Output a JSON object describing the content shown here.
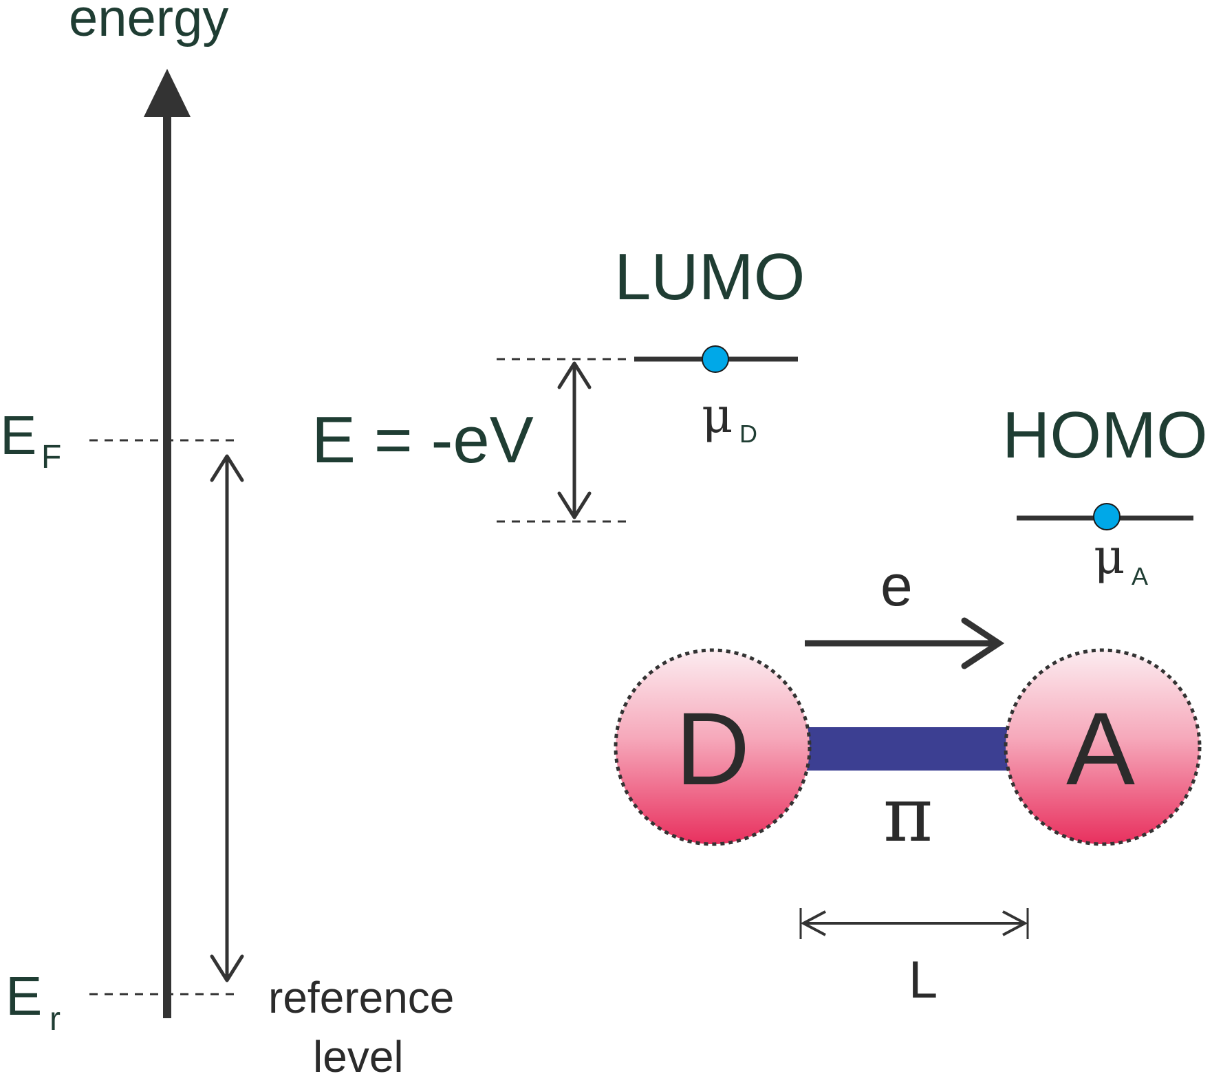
{
  "energy_axis": {
    "label": "energy",
    "fermi_level_symbol": "E",
    "fermi_level_subscript": "F",
    "reference_level_symbol": "E",
    "reference_level_subscript": "r",
    "reference_level_label_line1": "reference",
    "reference_level_label_line2": "level"
  },
  "energy_shift": {
    "label": "E = -eV"
  },
  "orbitals": {
    "lumo": {
      "label": "LUMO",
      "chemical_potential_symbol": "μ",
      "chemical_potential_subscript": "D"
    },
    "homo": {
      "label": "HOMO",
      "chemical_potential_symbol": "μ",
      "chemical_potential_subscript": "A"
    }
  },
  "molecule": {
    "donor_label": "D",
    "acceptor_label": "A",
    "bridge_label": "π",
    "electron_label": "e",
    "length_label": "L"
  },
  "colors": {
    "text_green": "#1f3d33",
    "line_dark": "#333333",
    "electron_blue": "#00a8e8",
    "bridge_blue": "#3c3f92",
    "sphere_light": "#fbe4ea",
    "sphere_dark": "#e8305e"
  }
}
